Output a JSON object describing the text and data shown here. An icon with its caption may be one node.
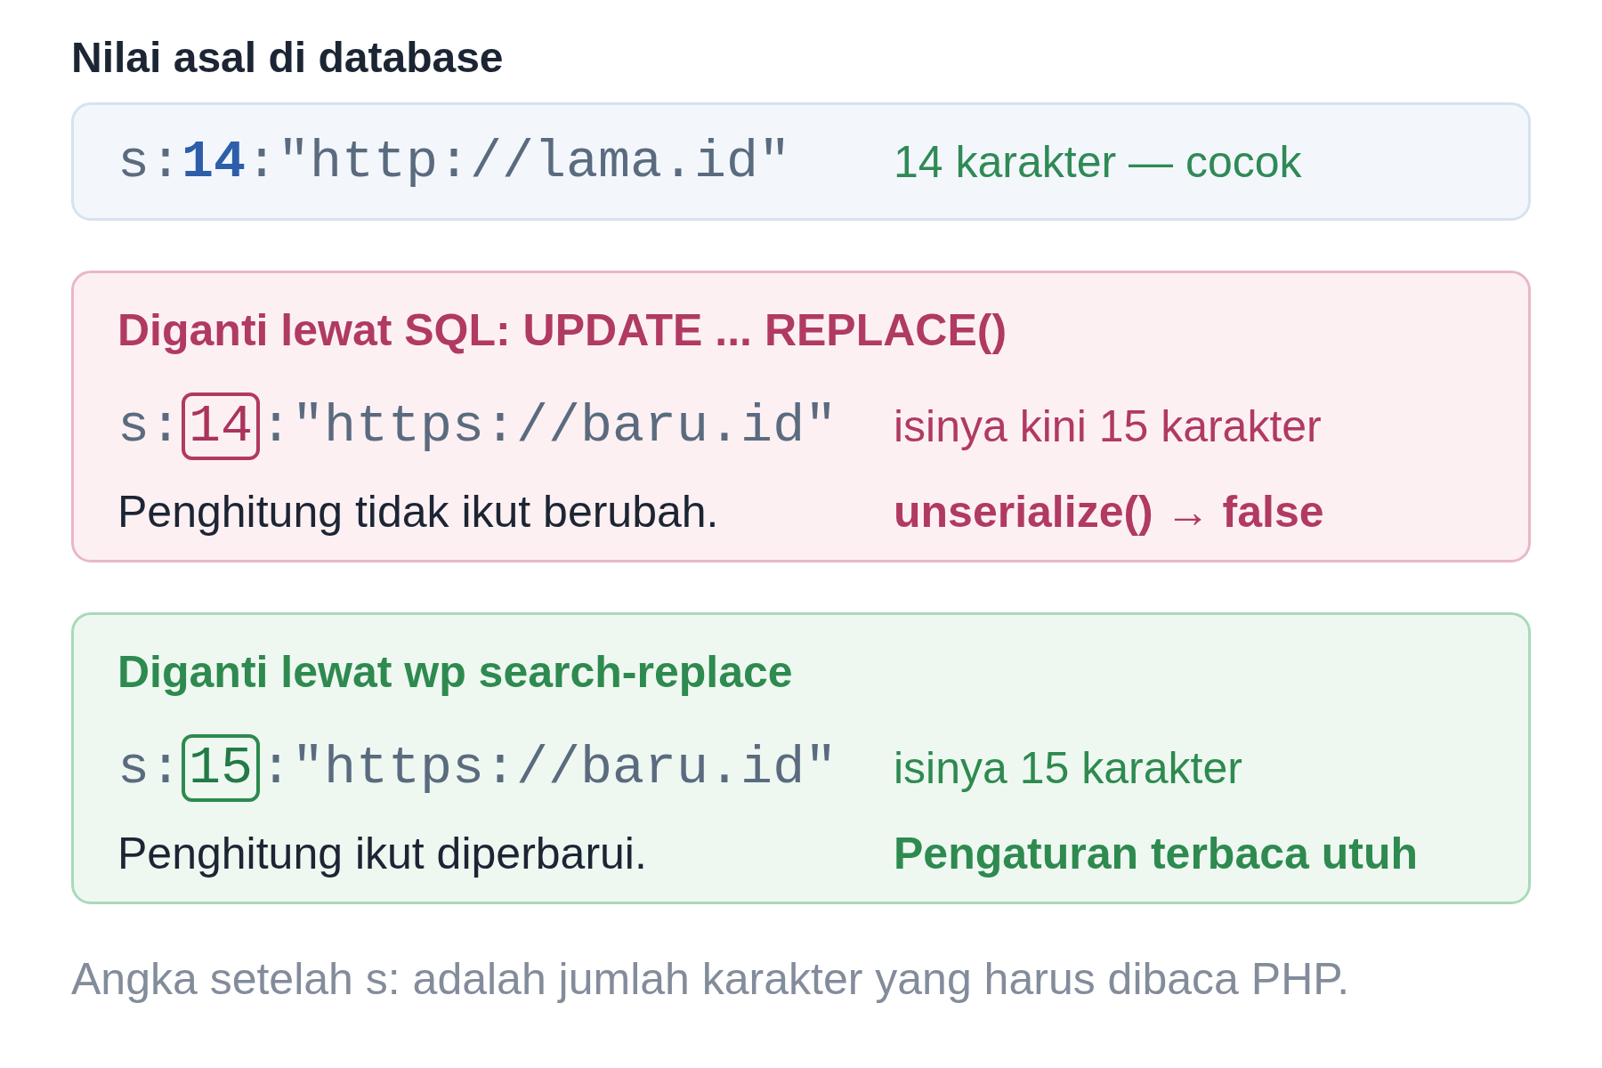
{
  "diagram": {
    "title": "Nilai asal di database",
    "caption": "Angka setelah s: adalah jumlah karakter yang harus dibaca PHP.",
    "nodes": [
      {
        "text": [
          "s:**14**:\"http://lama.id\"",
          "14 karakter — cocok"
        ]
      },
      {
        "text": [
          "Diganti lewat SQL: UPDATE ... REPLACE()",
          "s:**14**:\"https://baru.id\"",
          "isinya kini 15 karakter",
          "Penghitung tidak ikut berubah.",
          "unserialize() → false"
        ]
      },
      {
        "text": [
          "Diganti lewat wp search-replace",
          "s:**15**:\"https://baru.id\"",
          "isinya 15 karakter",
          "Penghitung ikut diperbarui.",
          "Pengaturan terbaca utuh"
        ]
      }
    ]
  }
}
